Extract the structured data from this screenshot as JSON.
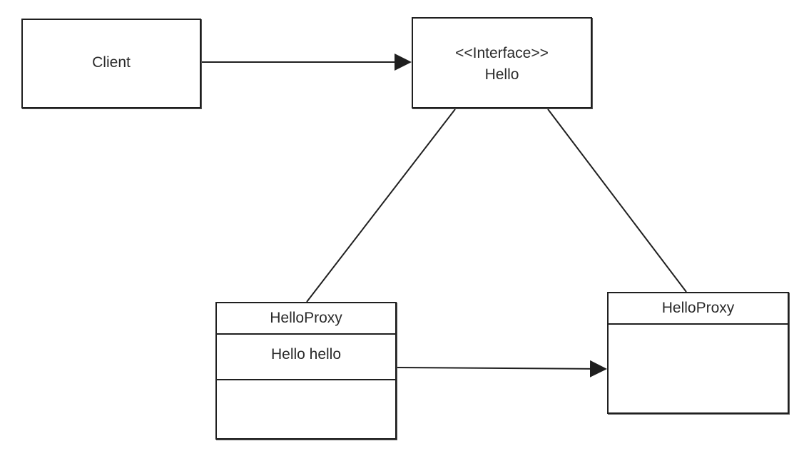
{
  "diagram": {
    "client": {
      "label": "Client"
    },
    "interface": {
      "stereotype": "<<Interface>>",
      "name": "Hello"
    },
    "proxy_left": {
      "name": "HelloProxy",
      "attribute": "Hello hello"
    },
    "proxy_right": {
      "name": "HelloProxy"
    }
  },
  "colors": {
    "line": "#1f1f1f",
    "background": "#ffffff",
    "text": "#2a2a2a"
  }
}
